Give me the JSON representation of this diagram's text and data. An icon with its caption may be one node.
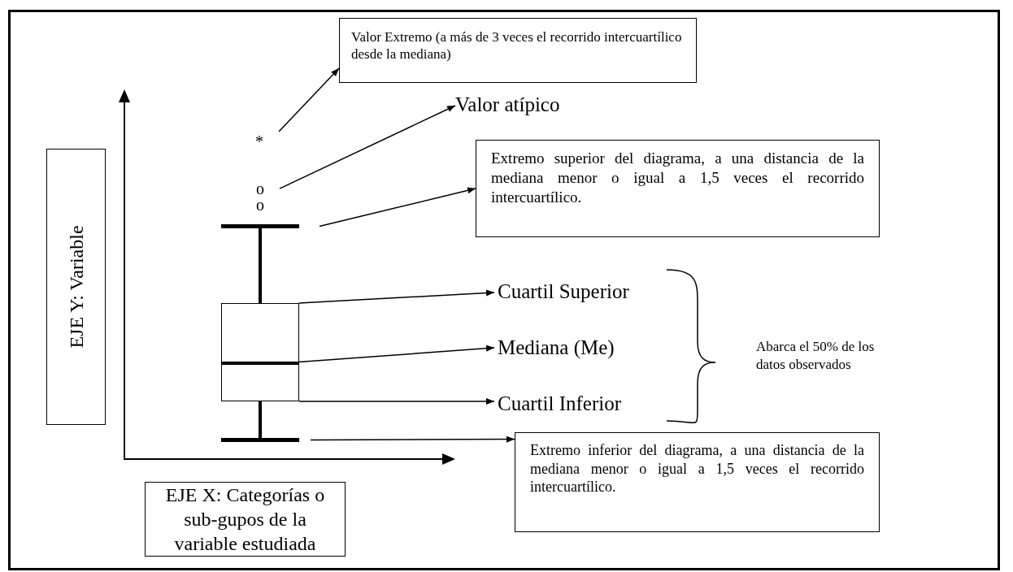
{
  "diagram": {
    "nodes": [
      {
        "text": [
          "Valor Extremo (a más de 3 veces el recorrido intercuartílico desde la mediana)"
        ]
      },
      {
        "text": [
          "*"
        ]
      },
      {
        "text": [
          "Valor atípico"
        ]
      },
      {
        "text": [
          "o",
          "o"
        ]
      },
      {
        "text": [
          "Extremo superior del diagrama, a una distancia de la mediana menor o igual a 1,5 veces el recorrido intercuartílico."
        ]
      },
      {
        "text": [],
        "shape": "bar"
      },
      {
        "text": [],
        "shape": "box"
      },
      {
        "text": [
          "Cuartil Superior"
        ]
      },
      {
        "text": [
          "Mediana (Me)"
        ]
      },
      {
        "text": [
          "Cuartil Inferior"
        ]
      },
      {
        "text": [],
        "shape": "bar"
      },
      {
        "text": [
          "Extremo inferior del diagrama, a una distancia de la mediana menor o igual a 1,5 veces el recorrido intercuartílico."
        ]
      },
      {
        "text": [
          "EJE Y: Variable"
        ]
      },
      {
        "text": [
          "EJE X: Categorías o sub-gupos de la variable estudiada"
        ]
      }
    ],
    "edges": [
      {
        "from": 1,
        "to": 0,
        "arrow": "to"
      },
      {
        "from": 3,
        "to": 2,
        "arrow": "to"
      },
      {
        "from": 5,
        "to": 4,
        "arrow": "to"
      },
      {
        "from": 6,
        "to": 7,
        "arrow": "to"
      },
      {
        "from": 6,
        "to": 8,
        "arrow": "to"
      },
      {
        "from": 6,
        "to": 9,
        "arrow": "to"
      },
      {
        "from": 10,
        "to": 11,
        "arrow": "to"
      },
      {
        "from": 5,
        "to": 6,
        "arrow": "none",
        "style": "thick"
      },
      {
        "from": 6,
        "to": 10,
        "arrow": "none",
        "style": "thick"
      }
    ],
    "labels": [
      "Abarca el 50% de los datos observados"
    ]
  }
}
